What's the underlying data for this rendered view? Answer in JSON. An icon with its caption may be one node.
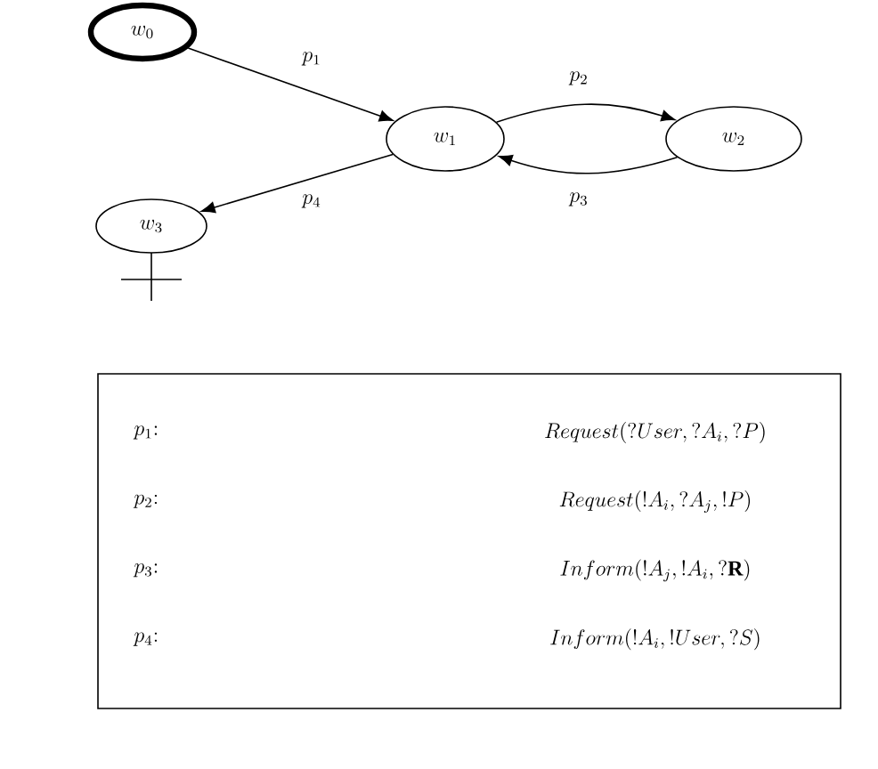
{
  "diagram": {
    "nodes": [
      {
        "text": [
          "w_0"
        ]
      },
      {
        "text": [
          "w_1"
        ]
      },
      {
        "text": [
          "w_2"
        ]
      },
      {
        "text": [
          "w_3"
        ]
      }
    ],
    "edges": [
      {
        "from": 0,
        "to": 1,
        "arrow": "to",
        "label": "p_1"
      },
      {
        "from": 1,
        "to": 2,
        "arrow": "to",
        "label": "p_2"
      },
      {
        "from": 2,
        "to": 1,
        "arrow": "to",
        "label": "p_3"
      },
      {
        "from": 1,
        "to": 3,
        "arrow": "to",
        "label": "p_4"
      }
    ],
    "labels": [
      "p_1\\colon",
      "Request(?User,?A_i,?P)",
      "p_2\\colon",
      "Request(!A_i,?A_j,!P)",
      "p_3\\colon",
      "Inform(!A_j,!A_i,?\\mathbf{R})",
      "p_4\\colon",
      "Inform(!A_i,!User,?S)"
    ]
  }
}
